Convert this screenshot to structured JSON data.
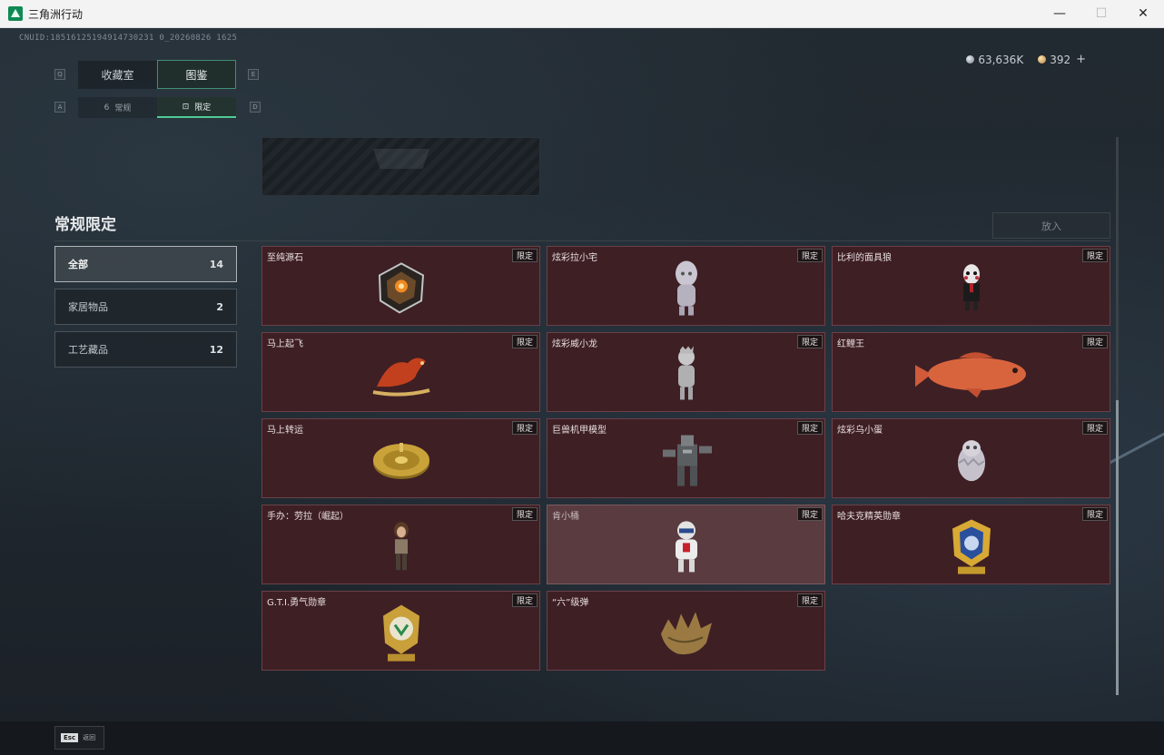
{
  "window": {
    "title": "三角洲行动",
    "minimize": "—",
    "maximize": "☐",
    "close": "✕"
  },
  "header": {
    "uid": "CNUID:18516125194914730231 0_20260826 1625",
    "currency": [
      {
        "icon": "silver-coin-icon",
        "value": "63,636K"
      },
      {
        "icon": "gold-coin-icon",
        "value": "392"
      }
    ],
    "plus": "+"
  },
  "tabs": {
    "primary": [
      {
        "label": "收藏室",
        "active": false
      },
      {
        "label": "图鉴",
        "active": true
      }
    ],
    "primary_keys": [
      "Q",
      "E"
    ],
    "secondary": [
      {
        "label": "常规",
        "icon": "6",
        "active": false
      },
      {
        "label": "限定",
        "icon": "⊡",
        "active": true
      }
    ],
    "secondary_keys": [
      "A",
      "D"
    ]
  },
  "section": {
    "title": "常规限定",
    "place_button": "放入"
  },
  "categories": [
    {
      "label": "全部",
      "count": "14",
      "active": true
    },
    {
      "label": "家居物品",
      "count": "2",
      "active": false
    },
    {
      "label": "工艺藏品",
      "count": "12",
      "active": false
    }
  ],
  "items": [
    {
      "name": "至纯源石",
      "tag": "限定",
      "icon": "crystal-icon"
    },
    {
      "name": "炫彩拉小宅",
      "tag": "限定",
      "icon": "figurine-icon"
    },
    {
      "name": "比利的面具狼",
      "tag": "限定",
      "icon": "puppet-icon"
    },
    {
      "name": "马上起飞",
      "tag": "限定",
      "icon": "horse-icon"
    },
    {
      "name": "炫彩威小龙",
      "tag": "限定",
      "icon": "figurine-icon"
    },
    {
      "name": "红鲤王",
      "tag": "限定",
      "icon": "fish-icon"
    },
    {
      "name": "马上转运",
      "tag": "限定",
      "icon": "compass-icon"
    },
    {
      "name": "巨兽机甲模型",
      "tag": "限定",
      "icon": "mech-icon"
    },
    {
      "name": "炫彩乌小蛋",
      "tag": "限定",
      "icon": "egg-icon"
    },
    {
      "name": "手办：劳拉（崛起）",
      "tag": "限定",
      "icon": "figure-icon"
    },
    {
      "name": "肯小桶",
      "tag": "限定",
      "icon": "figurine-icon"
    },
    {
      "name": "哈夫克精英勋章",
      "tag": "限定",
      "icon": "medal-icon"
    },
    {
      "name": "G.T.I.勇气勋章",
      "tag": "限定",
      "icon": "medal-icon"
    },
    {
      "name": "“六”级弹",
      "tag": "限定",
      "icon": "hand-icon"
    }
  ],
  "colors": {
    "card_bg": "#3e1f24",
    "card_border": "#6a4148",
    "accent": "#4ecb97"
  },
  "footer": {
    "esc_key": "Esc",
    "esc_label": "返回"
  }
}
